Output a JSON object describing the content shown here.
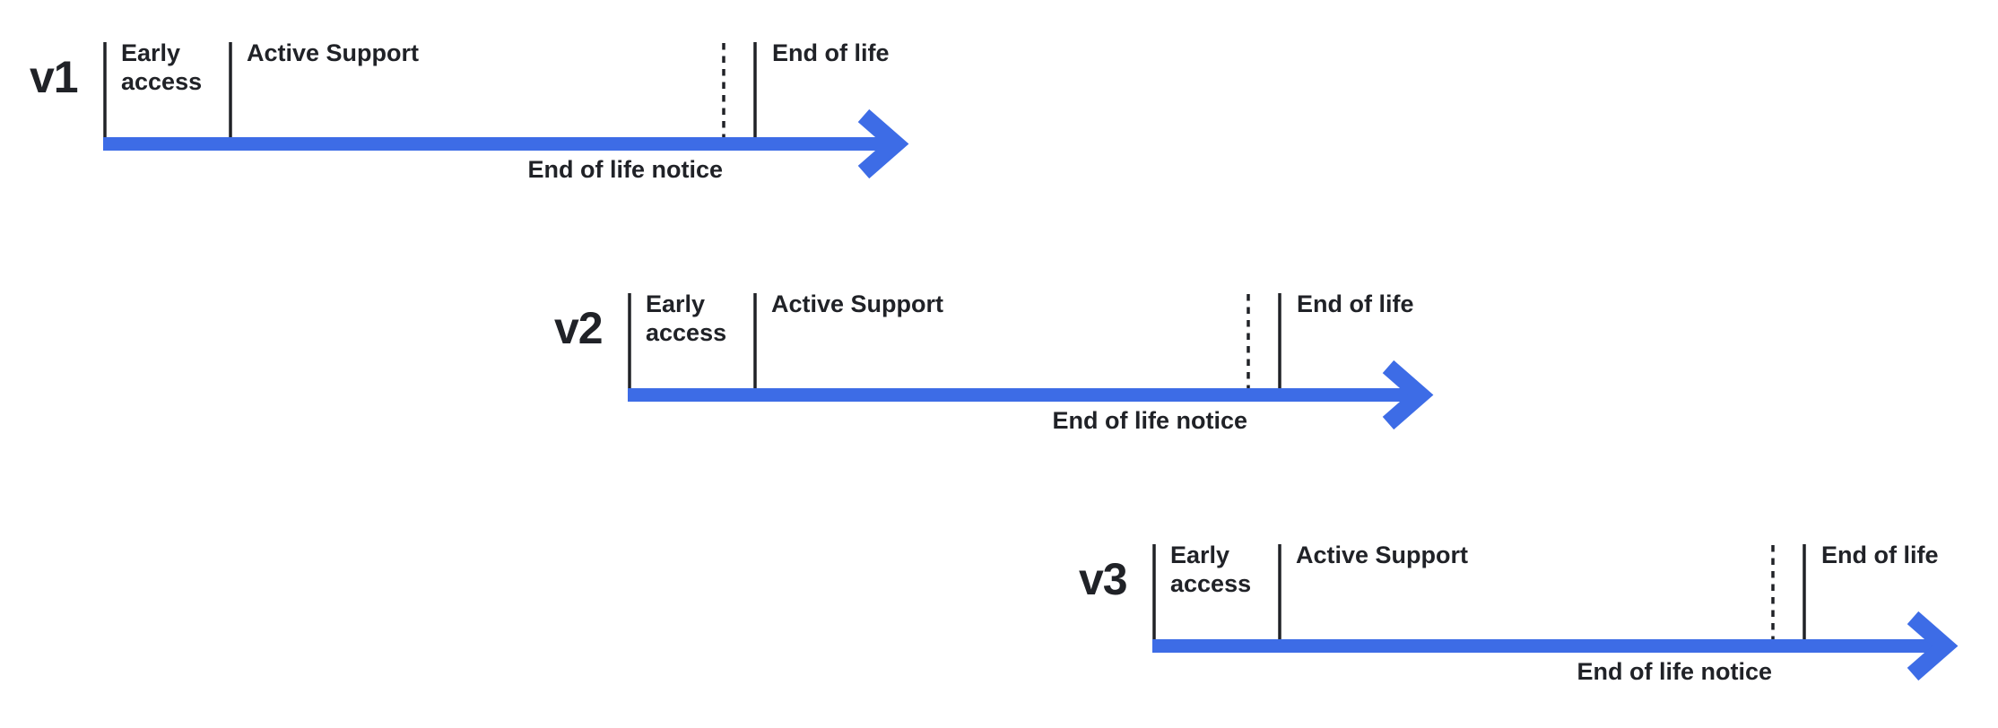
{
  "diagram": {
    "type": "release-lifecycle-timeline",
    "background": "#ffffff",
    "colors": {
      "arrow": "#3d6ce6",
      "ink": "#202227"
    }
  },
  "timelines": [
    {
      "version": "v1",
      "phases": {
        "early_access": "Early access",
        "active_support": "Active Support",
        "end_of_life": "End of life"
      },
      "notice": "End of life notice"
    },
    {
      "version": "v2",
      "phases": {
        "early_access": "Early access",
        "active_support": "Active Support",
        "end_of_life": "End of life"
      },
      "notice": "End of life notice"
    },
    {
      "version": "v3",
      "phases": {
        "early_access": "Early access",
        "active_support": "Active Support",
        "end_of_life": "End of life"
      },
      "notice": "End of life notice"
    }
  ]
}
